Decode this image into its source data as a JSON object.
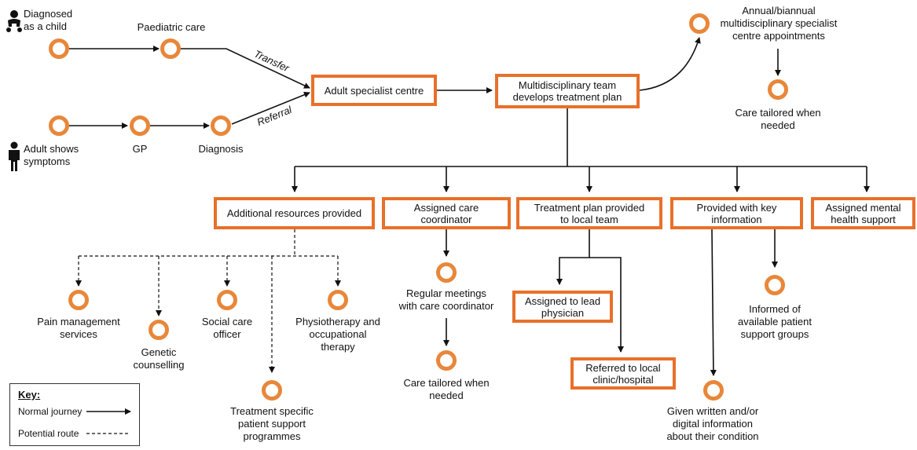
{
  "colors": {
    "accent": "#e8702a",
    "node_ring": "#e8873a",
    "line": "#111111"
  },
  "icons": {
    "child": "baby-icon",
    "adult": "person-icon"
  },
  "start": {
    "child": "Diagnosed\nas a child",
    "adult": "Adult shows\nsymptoms"
  },
  "nodes": {
    "paediatric": "Paediatric care",
    "gp": "GP",
    "diagnosis": "Diagnosis",
    "annual": "Annual/biannual\nmultidisciplinary specialist\ncentre appointments",
    "tailored_top": "Care tailored when\nneeded",
    "pain": "Pain management\nservices",
    "genetic": "Genetic\ncounselling",
    "social": "Social care\nofficer",
    "physio": "Physiotherapy and\noccupational\ntherapy",
    "treatment_specific": "Treatment specific\npatient support\nprogrammes",
    "regular": "Regular meetings\nwith care coordinator",
    "tailored_mid": "Care tailored when\nneeded",
    "informed": "Informed of\navailable patient\nsupport groups",
    "written": "Given written and/or\ndigital information\nabout their condition"
  },
  "edge_labels": {
    "transfer": "Transfer",
    "referral": "Referral"
  },
  "boxes": {
    "adult_centre": "Adult specialist centre",
    "mdt": "Multidisciplinary team\ndevelops treatment plan",
    "resources": "Additional resources provided",
    "coordinator": "Assigned care\ncoordinator",
    "local_team": "Treatment plan provided\nto local team",
    "key_info": "Provided with key\ninformation",
    "mental": "Assigned mental\nhealth support",
    "lead": "Assigned to lead\nphysician",
    "referred": "Referred to local\nclinic/hospital"
  },
  "key": {
    "title": "Key:",
    "normal": "Normal journey",
    "potential": "Potential route"
  }
}
